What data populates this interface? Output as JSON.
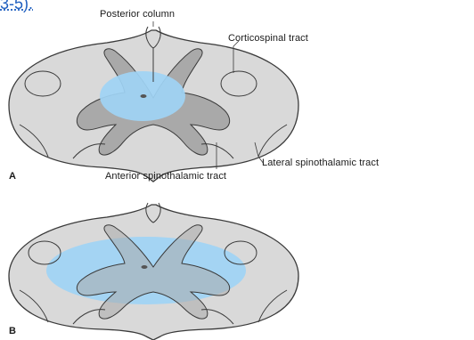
{
  "corner_text": "3-5).",
  "panel_a": {
    "letter": "A",
    "labels": {
      "posterior_column": "Posterior column",
      "corticospinal_tract": "Corticospinal tract",
      "lateral_spinothalamic_tract": "Lateral spinothalamic tract",
      "anterior_spinothalamic_tract": "Anterior spinothalamic tract"
    }
  },
  "panel_b": {
    "letter": "B"
  },
  "colors": {
    "white_matter": "#d9d9d9",
    "gray_matter": "#a9a9a9",
    "lesion": "#9fd4f5",
    "outline": "#3a3a3a"
  }
}
